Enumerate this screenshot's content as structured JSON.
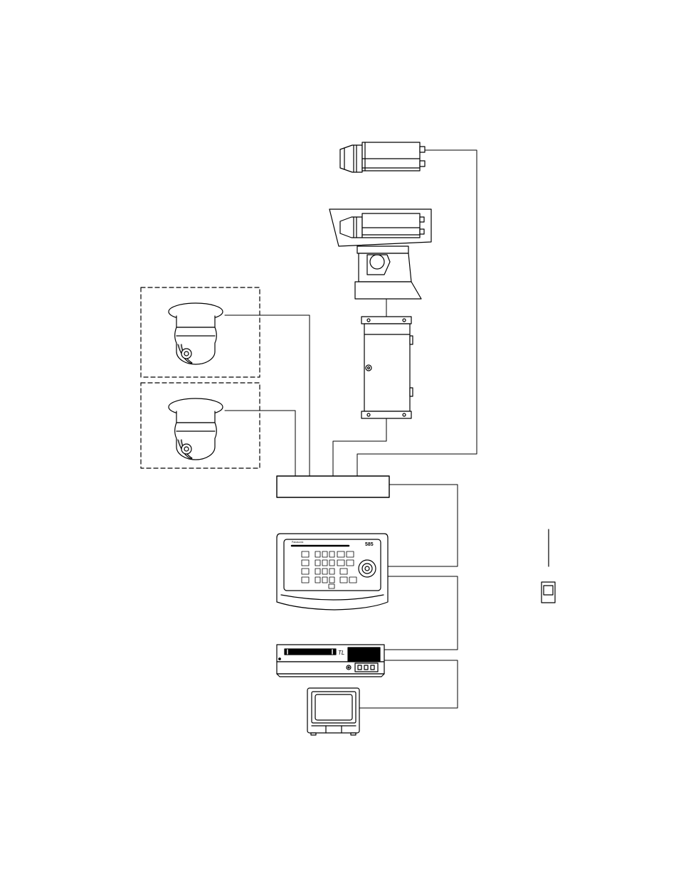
{
  "diagram": {
    "controller_brand": "Panasonic",
    "controller_model": "585",
    "recorder_mark": "TL",
    "colors": {
      "line": "#000000",
      "background": "#ffffff",
      "dark_fill": "#000000",
      "light_gray": "#d8d8d8"
    }
  }
}
